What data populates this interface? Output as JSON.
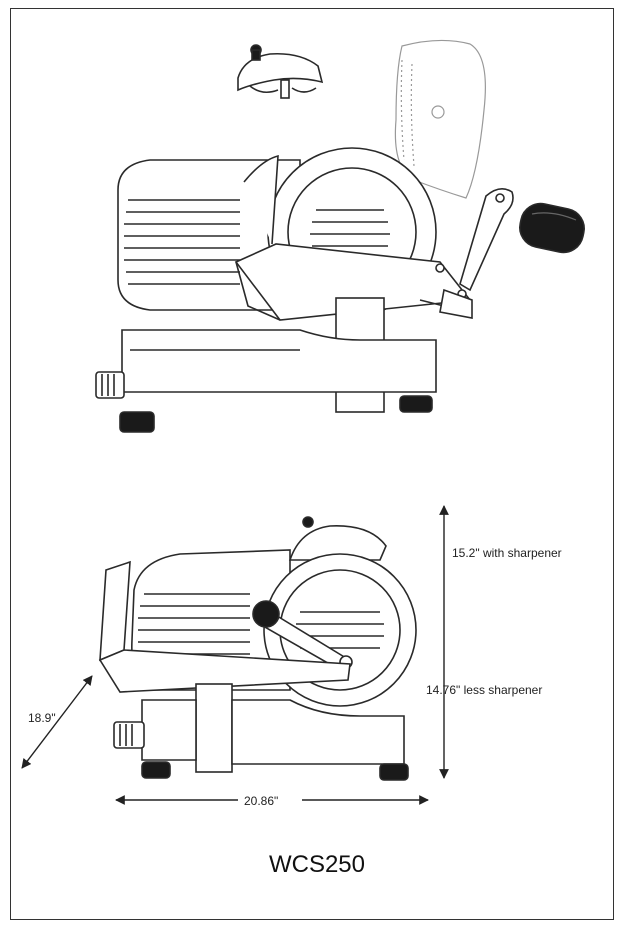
{
  "dimensions": {
    "height_with_sharpener": "15.2\" with sharpener",
    "height_less_sharpener": "14.76\" less sharpener",
    "depth": "18.9\"",
    "width": "20.86\""
  },
  "model": "WCS250",
  "colors": {
    "line": "#2a2a2a",
    "fill_dark": "#1a1a1a",
    "fill_light": "#ffffff"
  }
}
